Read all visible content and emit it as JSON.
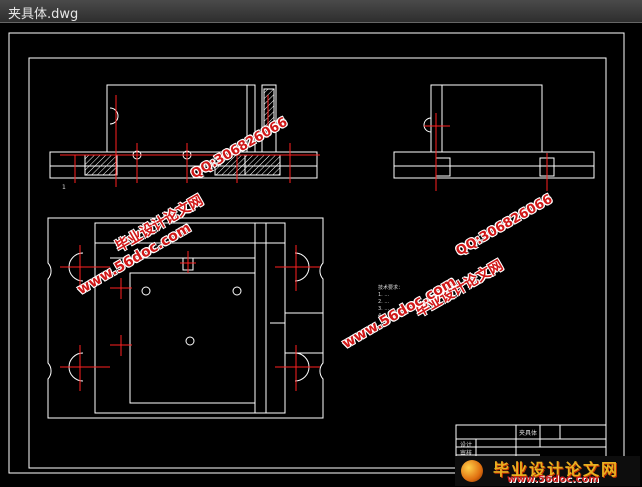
{
  "window": {
    "title": "夹具体.dwg"
  },
  "watermarks": {
    "site_cn": "毕业设计论文网",
    "site_url": "www.56doc.com",
    "qq": "QQ:306826066"
  },
  "drawing": {
    "section_label": "1",
    "notes": [
      "技术要求：",
      "1. ...",
      "2. ...",
      "3. ...",
      "4. ..."
    ],
    "title_block": {
      "row1": "设计",
      "row2": "审核",
      "name": "夹具体"
    }
  },
  "footer": {
    "logo_cn": "毕业设计论文网",
    "logo_url": "www.56doc.com"
  },
  "colors": {
    "lines": "#ffffff",
    "centerlines": "#ff2020",
    "hatch": "#ffffff",
    "watermark": "#d01818"
  }
}
